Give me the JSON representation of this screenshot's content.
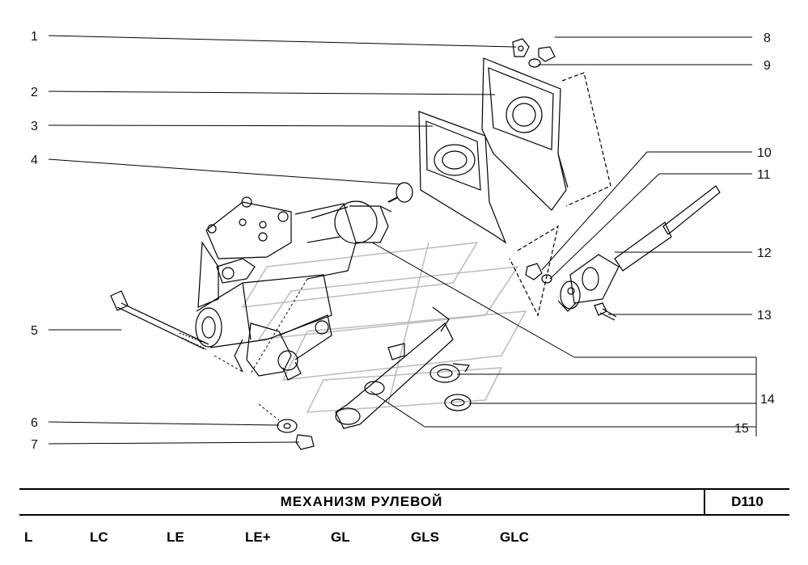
{
  "title": "МЕХАНИЗМ   РУЛЕВОЙ",
  "code": "D110",
  "callouts": [
    "1",
    "2",
    "3",
    "4",
    "5",
    "6",
    "7",
    "8",
    "9",
    "10",
    "11",
    "12",
    "13",
    "14",
    "15"
  ],
  "variants": [
    "L",
    "LC",
    "LE",
    "LE+",
    "GL",
    "GLS",
    "GLC"
  ]
}
